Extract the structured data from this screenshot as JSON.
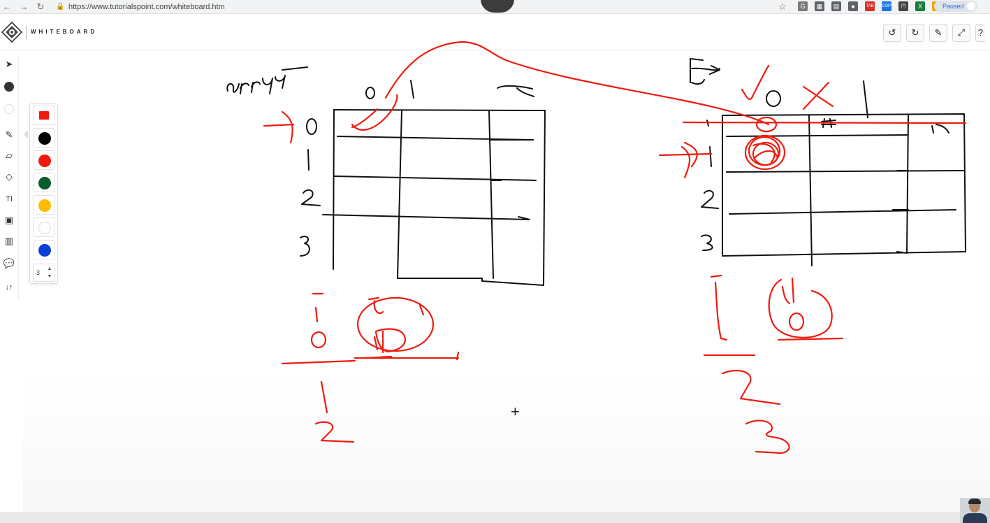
{
  "browser": {
    "url": "https://www.tutorialspoint.com/whiteboard.htm",
    "paused_label": "Paused",
    "extensions": [
      {
        "name": "g-icon",
        "glyph": "G",
        "color": "#7a7a7a"
      },
      {
        "name": "sheets-icon",
        "glyph": "▦",
        "color": "#5f6368"
      },
      {
        "name": "doc-icon",
        "glyph": "▤",
        "color": "#5f6368"
      },
      {
        "name": "circle-icon",
        "glyph": "●",
        "color": "#5f6368"
      },
      {
        "name": "tab-icon",
        "glyph": "TAB",
        "color": "#d93025"
      },
      {
        "name": "copy-icon",
        "glyph": "COPY",
        "color": "#1a73e8"
      },
      {
        "name": "json-icon",
        "glyph": "{?}",
        "color": "#444"
      },
      {
        "name": "excel-icon",
        "glyph": "X",
        "color": "#188038"
      },
      {
        "name": "chrome-ext-icon",
        "glyph": "◉",
        "color": "#f2a600"
      }
    ]
  },
  "app": {
    "brand": "WHITEBOARD",
    "header_buttons": [
      {
        "name": "undo-button",
        "glyph": "↺"
      },
      {
        "name": "redo-button",
        "glyph": "↻"
      },
      {
        "name": "clear-button",
        "glyph": "✎"
      },
      {
        "name": "fullscreen-button",
        "glyph": "⤢"
      },
      {
        "name": "help-button",
        "glyph": "?"
      }
    ]
  },
  "toolbar": {
    "tools": [
      {
        "name": "select-tool",
        "glyph": "➤"
      },
      {
        "name": "fill-color-tool",
        "glyph": "●"
      },
      {
        "name": "background-color-tool",
        "glyph": "○"
      },
      {
        "name": "pen-tool",
        "glyph": "✎"
      },
      {
        "name": "eraser-tool",
        "glyph": "▱"
      },
      {
        "name": "shapes-tool",
        "glyph": "◇"
      },
      {
        "name": "text-tool",
        "glyph": "TI"
      },
      {
        "name": "image-tool",
        "glyph": "▣"
      },
      {
        "name": "template-tool",
        "glyph": "▥"
      },
      {
        "name": "comment-tool",
        "glyph": "💬"
      },
      {
        "name": "import-export-tool",
        "glyph": "↓↑"
      }
    ]
  },
  "palette": {
    "colors": [
      "#f01a0d",
      "#000000",
      "#f01a0d",
      "#0b5a2c",
      "#ffbb00",
      "#ffffff",
      "#0a3fd8"
    ],
    "selected": "#f01a0d",
    "stroke_width": "3"
  },
  "board": {
    "handwriting": {
      "left_title": "array",
      "left_col_headers": [
        "0",
        "1",
        "2"
      ],
      "left_row_headers": [
        "0",
        "1",
        "2",
        "3"
      ],
      "right_col_headers": [
        "0",
        "1"
      ],
      "right_row_headers": [
        "0",
        "1",
        "2",
        "3"
      ]
    }
  }
}
